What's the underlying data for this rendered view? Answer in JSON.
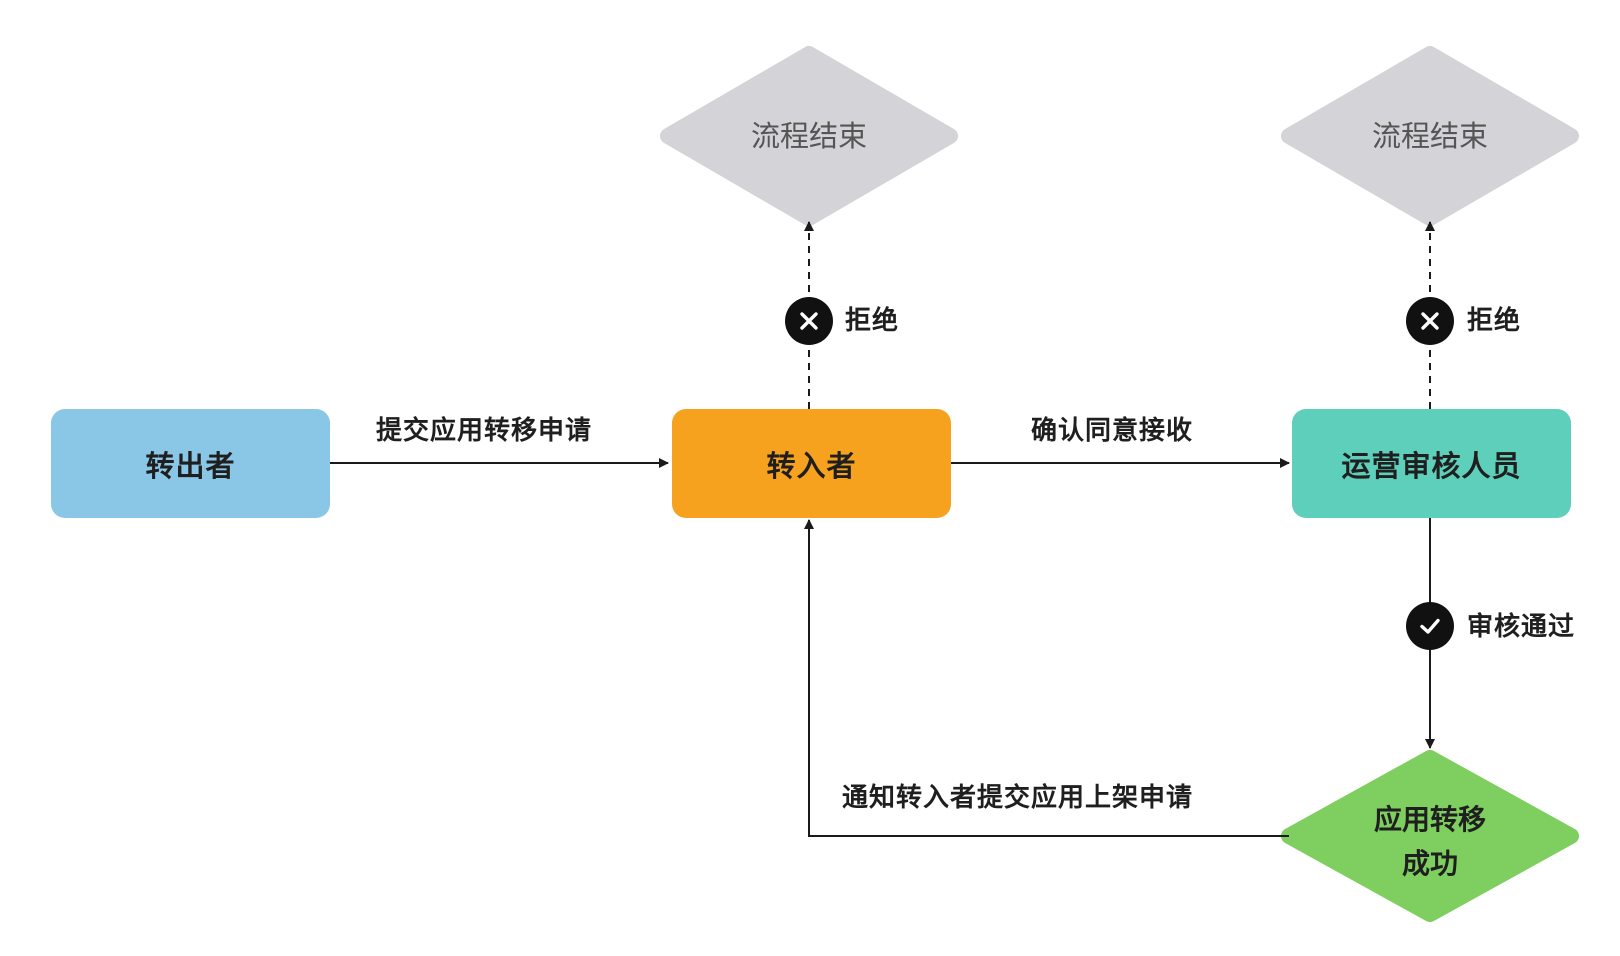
{
  "nodes": {
    "sender": {
      "label": "转出者",
      "color": "#8ac6e6"
    },
    "receiver": {
      "label": "转入者",
      "color": "#f7a21e"
    },
    "reviewer": {
      "label": "运营审核人员",
      "color": "#5ecfbb"
    },
    "end_left": {
      "label": "流程结束",
      "color": "#d4d4d8"
    },
    "end_right": {
      "label": "流程结束",
      "color": "#d4d4d8"
    },
    "success": {
      "line1": "应用转移",
      "line2": "成功",
      "color": "#7ecf5f"
    }
  },
  "edges": {
    "submit": "提交应用转移申请",
    "confirm": "确认同意接收",
    "reject_left": "拒绝",
    "reject_right": "拒绝",
    "approved": "审核通过",
    "notify": "通知转入者提交应用上架申请"
  },
  "icons": {
    "reject_left": "close-icon",
    "reject_right": "close-icon",
    "approved": "check-icon"
  }
}
